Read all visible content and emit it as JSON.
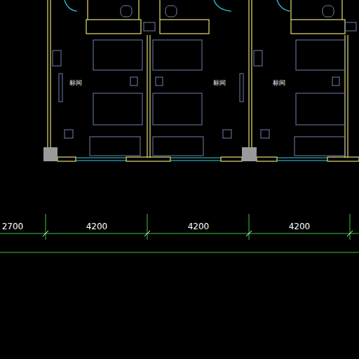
{
  "diagram": {
    "labels": [
      "标间",
      "标间",
      "标间",
      "2700",
      "4200",
      "4200",
      "4200"
    ]
  }
}
